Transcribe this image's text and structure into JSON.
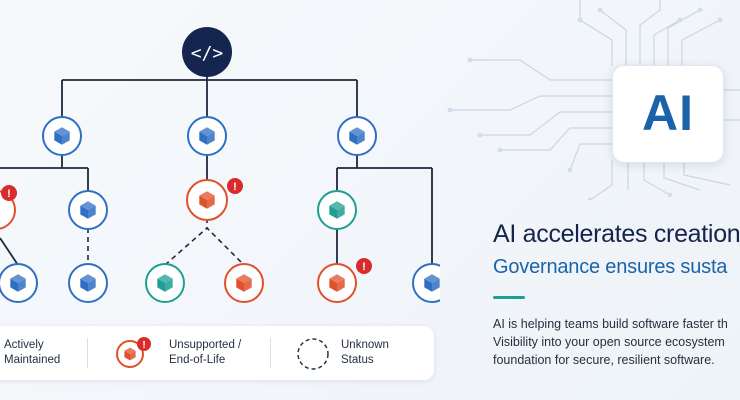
{
  "root": {
    "icon": "code-icon",
    "label": "</>"
  },
  "ai_chip": {
    "text": "AI"
  },
  "headline": {
    "line1": "AI accelerates creation",
    "line2": "Governance ensures susta"
  },
  "description": [
    "AI is helping teams build software faster th",
    "Visibility into your open source ecosystem",
    "foundation for secure, resilient software."
  ],
  "legend": [
    {
      "id": "maintained",
      "line1": "Actively",
      "line2": "Maintained",
      "status": "maintained"
    },
    {
      "id": "eol",
      "line1": "Unsupported /",
      "line2": "End-of-Life",
      "status": "eol"
    },
    {
      "id": "unknown",
      "line1": "Unknown",
      "line2": "Status",
      "status": "unknown"
    }
  ],
  "status_colors": {
    "maintained": "#2f6fc4",
    "eol": "#e0502a",
    "unknown": "#1f9e93",
    "alert": "#d92b2b",
    "root": "#14264f",
    "line": "#1d2a3e"
  }
}
